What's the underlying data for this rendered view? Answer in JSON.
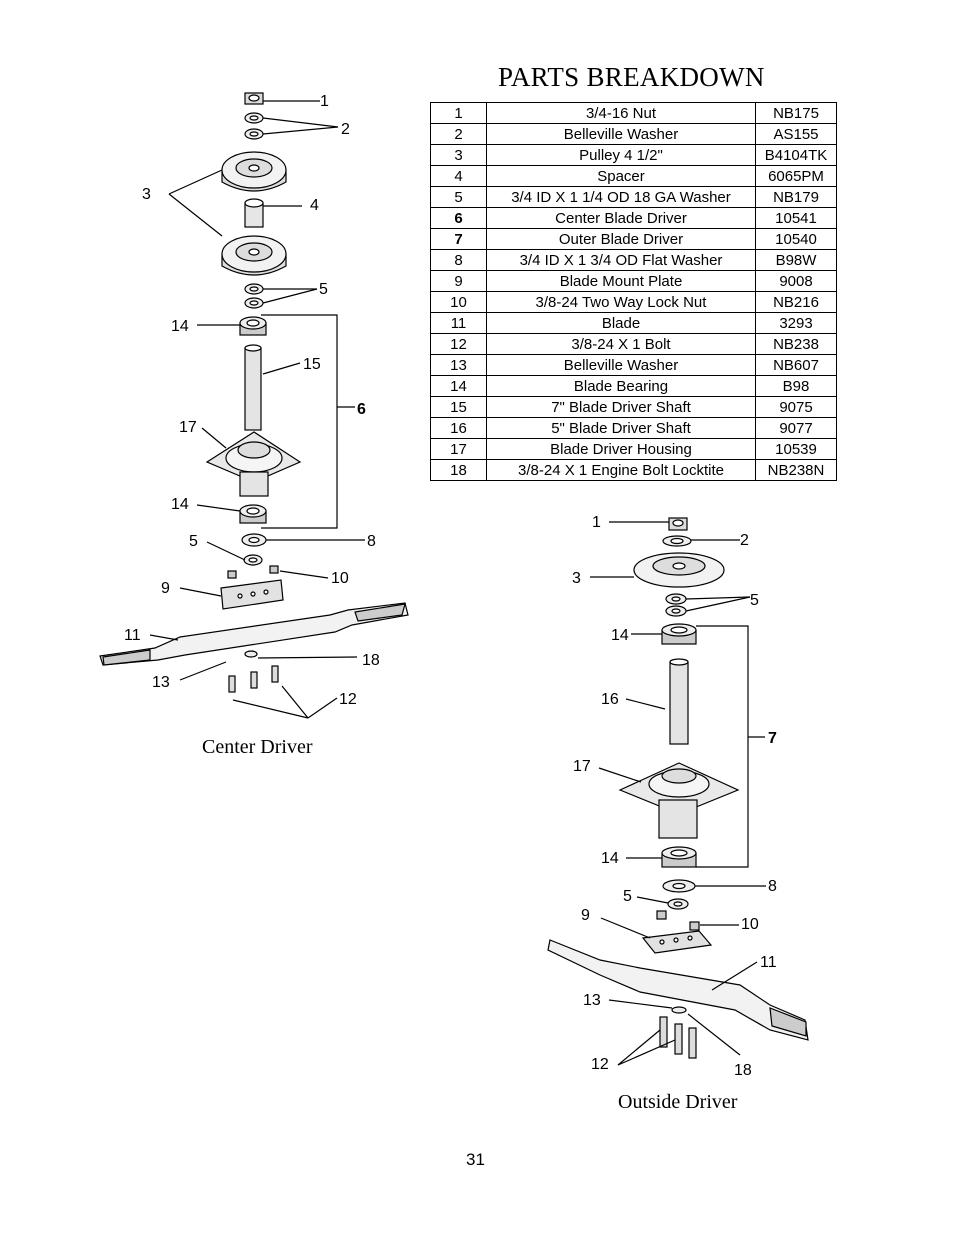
{
  "title": "PARTS BREAKDOWN",
  "parts_table": [
    {
      "no": "1",
      "description": "3/4-16 Nut",
      "part": "NB175"
    },
    {
      "no": "2",
      "description": "Belleville Washer",
      "part": "AS155"
    },
    {
      "no": "3",
      "description": "Pulley 4 1/2\"",
      "part": "B4104TK"
    },
    {
      "no": "4",
      "description": "Spacer",
      "part": "6065PM"
    },
    {
      "no": "5",
      "description": "3/4 ID X 1 1/4 OD 18 GA Washer",
      "part": "NB179"
    },
    {
      "no": "6",
      "description": "Center Blade Driver",
      "part": "10541"
    },
    {
      "no": "7",
      "description": "Outer Blade Driver",
      "part": "10540"
    },
    {
      "no": "8",
      "description": "3/4 ID X 1 3/4 OD Flat Washer",
      "part": "B98W"
    },
    {
      "no": "9",
      "description": "Blade Mount Plate",
      "part": "9008"
    },
    {
      "no": "10",
      "description": "3/8-24 Two Way Lock Nut",
      "part": "NB216"
    },
    {
      "no": "11",
      "description": "Blade",
      "part": "3293"
    },
    {
      "no": "12",
      "description": "3/8-24 X 1 Bolt",
      "part": "NB238"
    },
    {
      "no": "13",
      "description": "Belleville Washer",
      "part": "NB607"
    },
    {
      "no": "14",
      "description": "Blade Bearing",
      "part": "B98"
    },
    {
      "no": "15",
      "description": "7\" Blade Driver Shaft",
      "part": "9075"
    },
    {
      "no": "16",
      "description": "5\" Blade Driver Shaft",
      "part": "9077"
    },
    {
      "no": "17",
      "description": "Blade Driver Housing",
      "part": "10539"
    },
    {
      "no": "18",
      "description": "3/8-24 X 1 Engine Bolt Locktite",
      "part": "NB238N"
    }
  ],
  "center_diagram": {
    "caption": "Center Driver",
    "callouts": [
      "1",
      "2",
      "3",
      "4",
      "5",
      "14",
      "15",
      "6",
      "17",
      "14",
      "5",
      "8",
      "9",
      "10",
      "11",
      "18",
      "13",
      "12"
    ]
  },
  "outside_diagram": {
    "caption": "Outside Driver",
    "callouts": [
      "1",
      "2",
      "3",
      "5",
      "14",
      "16",
      "7",
      "17",
      "14",
      "8",
      "5",
      "9",
      "10",
      "11",
      "13",
      "12",
      "18"
    ]
  },
  "page_number": "31"
}
